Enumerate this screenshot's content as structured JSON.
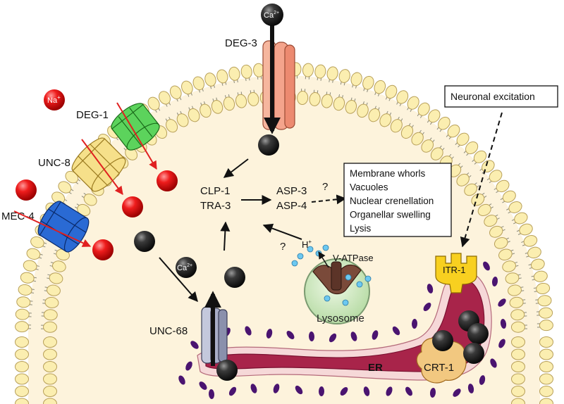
{
  "labels": {
    "ca_ion_top": "Ca",
    "ca_ion_top_sup": "2+",
    "deg3": "DEG-3",
    "na_ion": "Na",
    "na_ion_sup": "+",
    "deg1": "DEG-1",
    "unc8": "UNC-8",
    "mec4": "MEC-4",
    "clp1": "CLP-1",
    "tra3": "TRA-3",
    "asp3": "ASP-3",
    "asp4": "ASP-4",
    "question_1": "?",
    "question_2": "?",
    "h_plus": "H",
    "h_plus_sup": "+",
    "v_atpase": "V-ATPase",
    "lysosome": "Lysosome",
    "ca_ion_er": "Ca",
    "ca_ion_er_sup": "2+",
    "unc68": "UNC-68",
    "er": "ER",
    "crt1": "CRT-1",
    "itr1": "ITR-1",
    "neuronal_excitation": "Neuronal excitation"
  },
  "outcomes": [
    "Membrane whorls",
    "Vacuoles",
    "Nuclear crenellation",
    "Organellar swelling",
    "Lysis"
  ],
  "colors": {
    "cytoplasm": "#fdf3dc",
    "lipid_head": "#fbeeb0",
    "lipid_head_stroke": "#b8a05a",
    "na_ion": "#e00000",
    "ca_ion": "#1c1c1c",
    "deg3_channel": "#f4a48c",
    "deg1_channel": "#5cd35c",
    "unc8_channel": "#f6e08a",
    "mec4_channel": "#2a6ad4",
    "er_lumen": "#a8244a",
    "er_membrane": "#f6d8d8",
    "ribosome": "#4a1470",
    "lysosome": "#d6ecc8",
    "v_atpase": "#7a4a3a",
    "itr1": "#f8d020",
    "crt1": "#f2c880",
    "unc68_channel": "#a8aec8",
    "proton": "#6cc8f0",
    "block_arrow": "#e02020"
  }
}
